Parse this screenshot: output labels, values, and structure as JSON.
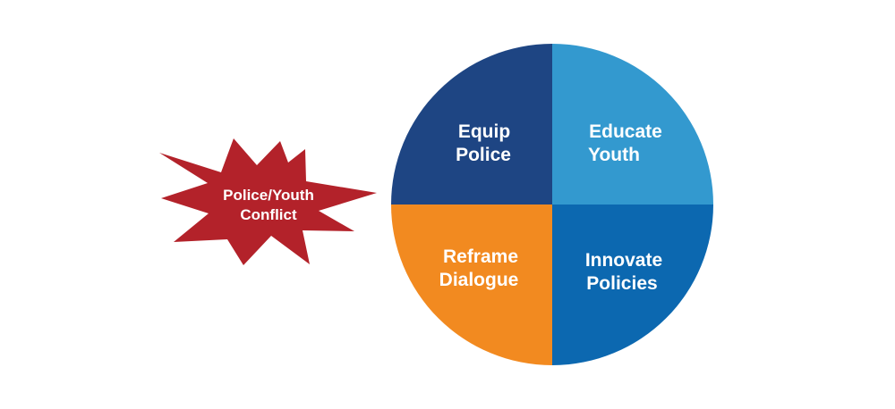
{
  "burst": {
    "line1": "Police/Youth",
    "line2": "Conflict",
    "color": "#B3222A"
  },
  "wheel": {
    "quadrants": [
      {
        "id": "top-left",
        "line1": "Equip",
        "line2": "Police",
        "color": "#1E4583"
      },
      {
        "id": "top-right",
        "line1": "Educate",
        "line2": "Youth",
        "color": "#3399CF"
      },
      {
        "id": "bottom-left",
        "line1": "Reframe",
        "line2": "Dialogue",
        "color": "#F28A20"
      },
      {
        "id": "bottom-right",
        "line1": "Innovate",
        "line2": "Policies",
        "color": "#0C68B0"
      }
    ]
  }
}
